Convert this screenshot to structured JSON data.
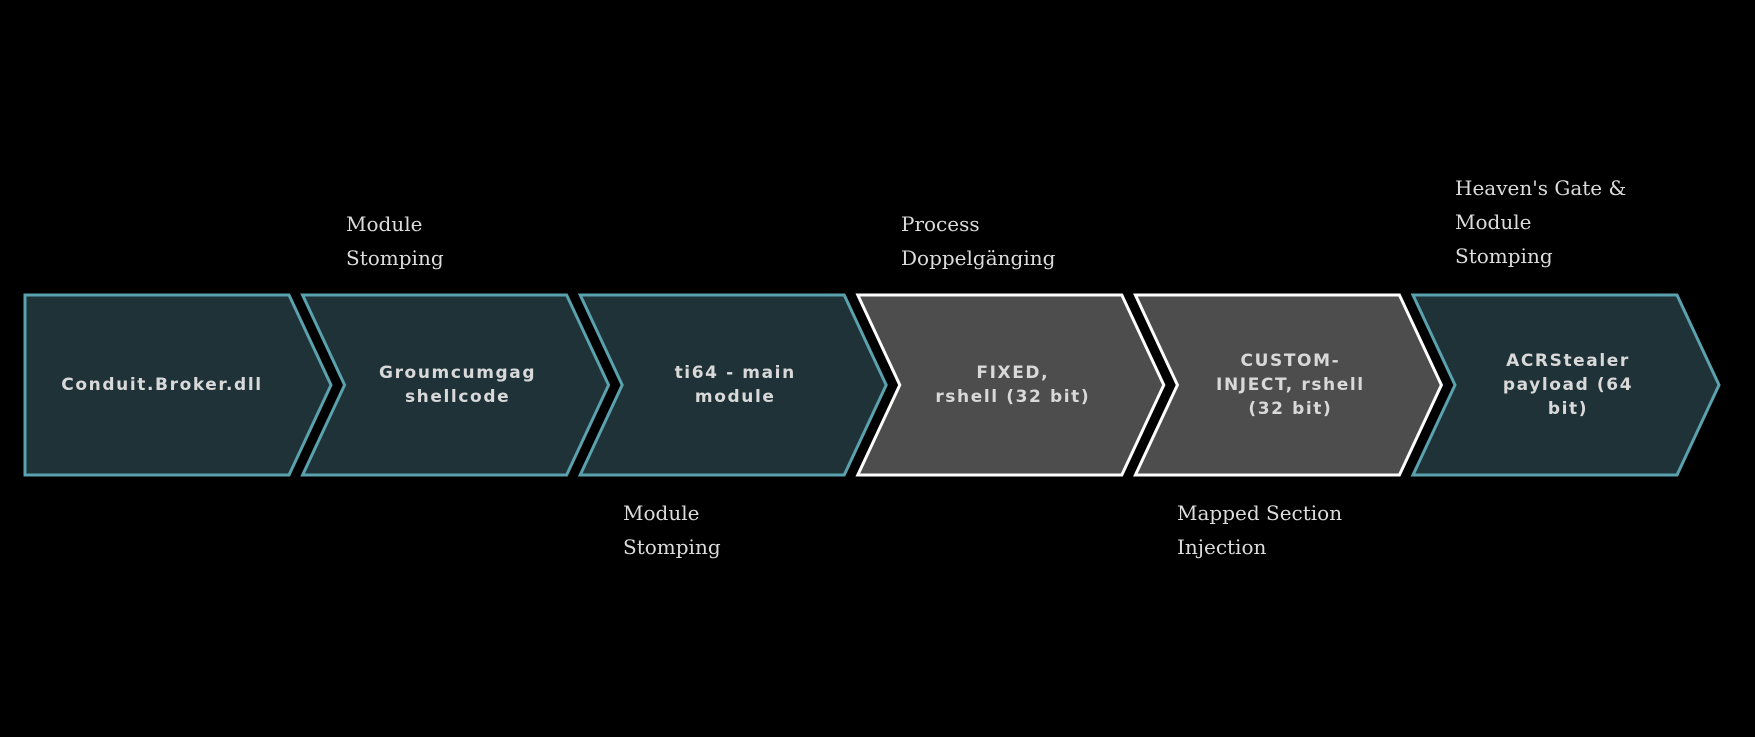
{
  "colors": {
    "background": "#000000",
    "teal_fill": "#1f3238",
    "teal_stroke": "#5aa2ae",
    "gray_fill": "#4d4d4d",
    "gray_stroke": "#ffffff"
  },
  "stages": [
    {
      "lines": [
        "Conduit.Broker.dll"
      ],
      "style": "teal"
    },
    {
      "lines": [
        "Groumcumgag",
        "shellcode"
      ],
      "style": "teal"
    },
    {
      "lines": [
        "ti64 - main",
        "module"
      ],
      "style": "teal"
    },
    {
      "lines": [
        "FIXED,",
        "rshell (32 bit)"
      ],
      "style": "gray"
    },
    {
      "lines": [
        "CUSTOM-",
        "INJECT, rshell",
        "(32 bit)"
      ],
      "style": "gray"
    },
    {
      "lines": [
        "ACRStealer",
        "payload (64",
        "bit)"
      ],
      "style": "teal"
    }
  ],
  "annotations_top": [
    {
      "stage": 1,
      "lines": [
        "Module",
        "Stomping"
      ]
    },
    {
      "stage": 3,
      "lines": [
        "Process",
        "Doppelgänging"
      ]
    },
    {
      "stage": 5,
      "lines": [
        "Heaven's Gate &",
        "Module",
        "Stomping"
      ]
    }
  ],
  "annotations_bottom": [
    {
      "stage": 2,
      "lines": [
        "Module",
        "Stomping"
      ]
    },
    {
      "stage": 4,
      "lines": [
        "Mapped Section",
        "Injection"
      ]
    }
  ]
}
